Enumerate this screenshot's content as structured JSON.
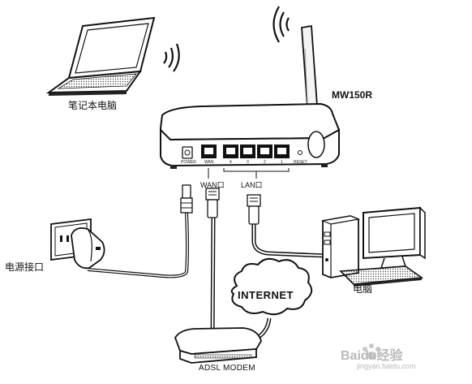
{
  "devices": {
    "laptop": "笔记本电脑",
    "router_model": "MW150R",
    "power_adapter": "电源接口",
    "desktop": "电脑",
    "modem": "ADSL MODEM"
  },
  "cloud": {
    "label": "INTERNET"
  },
  "router_ports": {
    "wan_label": "WAN口",
    "lan_label": "LAN口",
    "power": "POWER",
    "wan": "WAN",
    "lan_numbers": [
      "4",
      "3",
      "2",
      "1"
    ],
    "reset": "RESET"
  },
  "watermark": {
    "text": "Baidu经验",
    "sub": "jingyan.baidu.com"
  }
}
